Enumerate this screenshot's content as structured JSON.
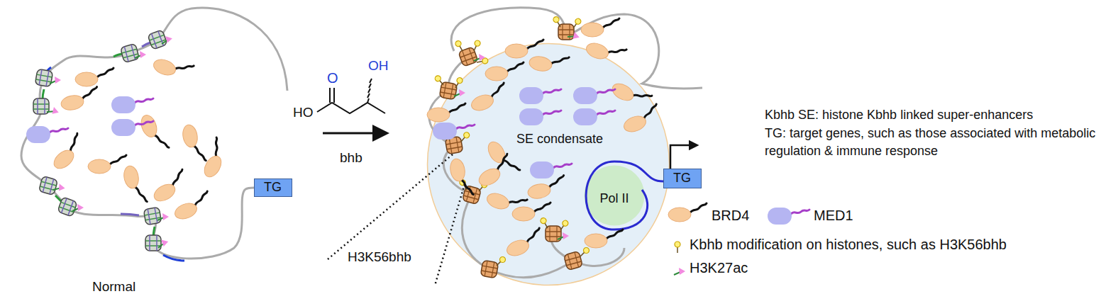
{
  "diagram": {
    "nodes": [
      {
        "text": [
          "TG"
        ]
      },
      {
        "text": [
          "SE condensate"
        ]
      },
      {
        "text": [
          "Pol II"
        ],
        "in": 1
      },
      {
        "text": [
          "TG"
        ]
      }
    ],
    "labels": [
      "Normal",
      "O",
      "HO",
      "OH",
      "bhb",
      "H3K56bhb",
      "Kbhb SE: histone Kbhb linked super-enhancers",
      "TG: target genes, such as those associated with metabolic regulation & immune response"
    ],
    "legend": [
      {
        "text": "BRD4"
      },
      {
        "text": "MED1"
      },
      {
        "text": "Kbhb modification on histones, such as H3K56bhb"
      },
      {
        "text": "H3K27ac"
      }
    ]
  }
}
